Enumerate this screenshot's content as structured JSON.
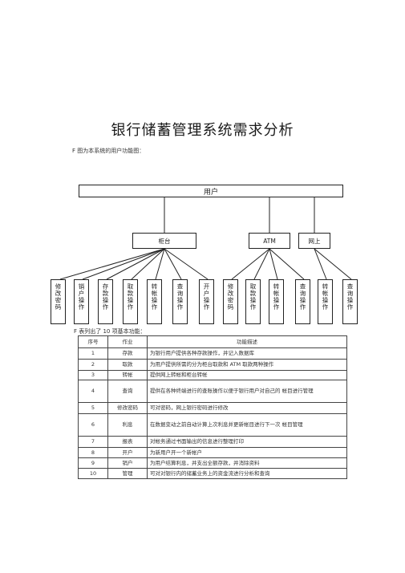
{
  "title": "银行储蓄管理系统需求分析",
  "intro": "F 图为本系统的用户功能图：",
  "diagram": {
    "root": "用户",
    "groups": [
      {
        "label": "柜台",
        "children": [
          "修改密码",
          "销户操作",
          "存款操作",
          "取款操作",
          "转帐操作",
          "查询操作",
          "开户操作"
        ]
      },
      {
        "label": "ATM",
        "children": [
          "修改密码",
          "取款操作",
          "转帐操作",
          "查询操作"
        ]
      },
      {
        "label": "网上",
        "children": [
          "转帐操作",
          "查询操作"
        ]
      }
    ]
  },
  "table_caption": "F 表列出了 10 项基本功能：",
  "table": {
    "headers": [
      "序号",
      "作业",
      "功能描述"
    ],
    "rows": [
      {
        "no": "1",
        "op": "存款",
        "desc": "为银行用户提供各种存款操作，并记入数据库"
      },
      {
        "no": "2",
        "op": "取款",
        "desc": "为用户提供所需的分为柜台取款和 ATM 取款两种操作"
      },
      {
        "no": "3",
        "op": "转帐",
        "desc": "提供网上转帐和柜台转帐"
      },
      {
        "no": "4",
        "op": "查询",
        "desc": "提供在各种终端进行的查账操作以便于银行用户对自己的 帐目进行管理"
      },
      {
        "no": "5",
        "op": "修改密码",
        "desc": "可对密码，网上银行密码进行修改"
      },
      {
        "no": "6",
        "op": "利息",
        "desc": "在数据变动之前自动计算上次利息并更新帐目进行下一次 帐目管理"
      },
      {
        "no": "7",
        "op": "报表",
        "desc": "对帐务通过书面输出的信息进行整理打印"
      },
      {
        "no": "8",
        "op": "开户",
        "desc": "为新用户开一个新帐户"
      },
      {
        "no": "9",
        "op": "销户",
        "desc": "为用户结算利息，并支出全额存款，并消除资料"
      },
      {
        "no": "10",
        "op": "管理",
        "desc": "可对对银行内的储蓄业务上的资金流进行分析和查询"
      }
    ]
  }
}
